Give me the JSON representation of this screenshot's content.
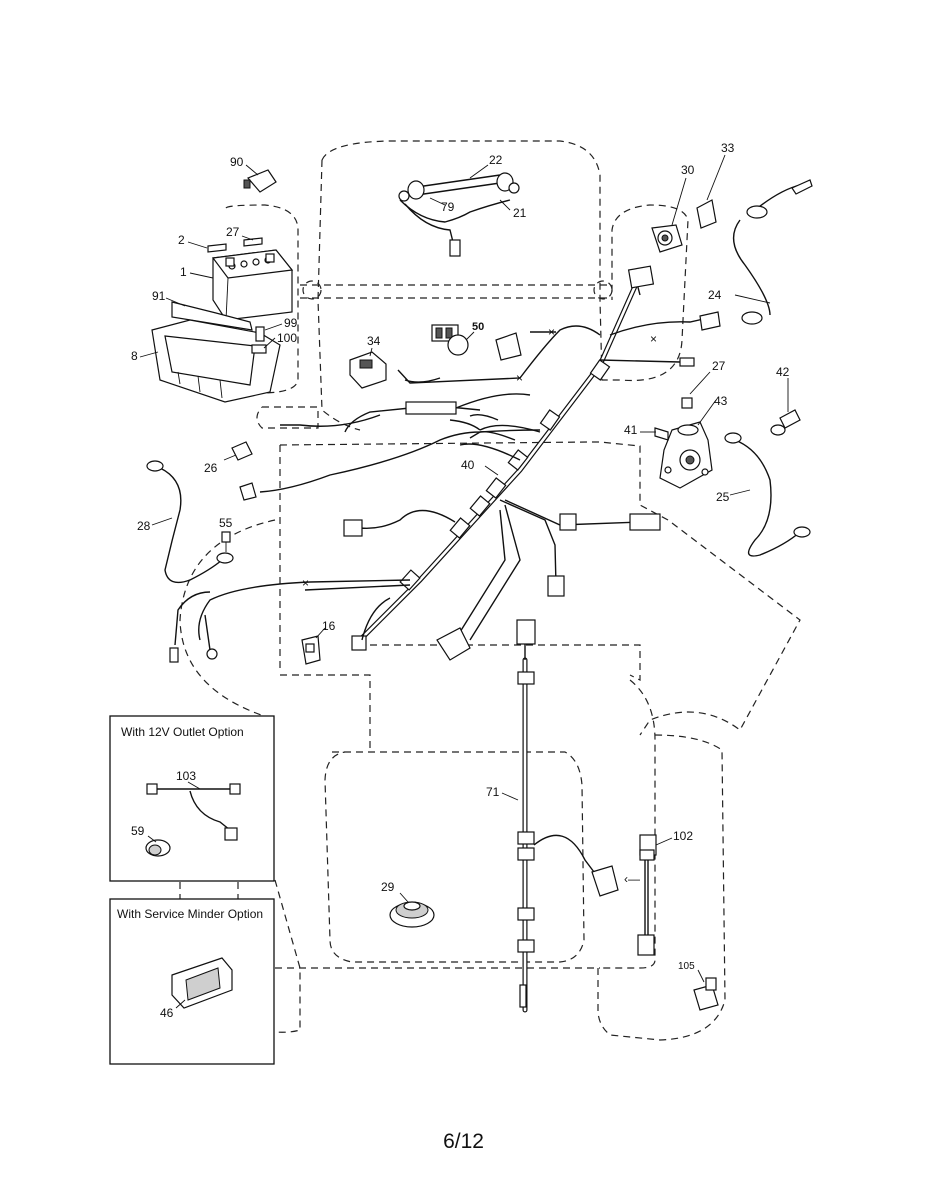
{
  "diagram": {
    "callouts": {
      "c90": "90",
      "c22": "22",
      "c79": "79",
      "c21": "21",
      "c30": "30",
      "c33": "33",
      "c2": "2",
      "c27a": "27",
      "c1": "1",
      "c91": "91",
      "c99": "99",
      "c100": "100",
      "c8": "8",
      "c34": "34",
      "c50": "50",
      "c24": "24",
      "c27b": "27",
      "c42": "42",
      "c43": "43",
      "c41": "41",
      "c26": "26",
      "c40": "40",
      "c25": "25",
      "c28": "28",
      "c55": "55",
      "c16": "16",
      "c71": "71",
      "c29": "29",
      "c102": "102",
      "c105": "105",
      "c103": "103",
      "c59": "59",
      "c46": "46"
    },
    "option_boxes": {
      "outlet_title": "With 12V Outlet Option",
      "service_title": "With Service Minder Option"
    },
    "page_number": "6/12"
  }
}
